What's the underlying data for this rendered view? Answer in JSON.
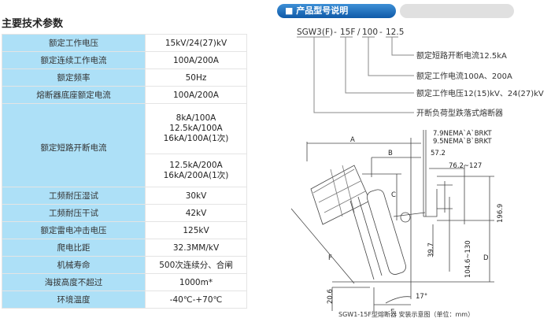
{
  "specs": {
    "title": "主要技术参数",
    "rows": [
      {
        "k": "额定工作电压",
        "v": "15kV/24(27)kV"
      },
      {
        "k": "额定连续工作电流",
        "v": "100A/200A"
      },
      {
        "k": "额定频率",
        "v": "50Hz"
      },
      {
        "k": "熔断器底座额定电流",
        "v": "100A/200A"
      },
      {
        "k": "额定短路开断电流",
        "v1": [
          "8kA/100A",
          "12.5kA/100A",
          "16kA/100A(1次)"
        ],
        "v2": [
          "12.5kA/200A",
          "16kA/200A(1次)"
        ]
      },
      {
        "k": "工频耐压湿试",
        "v": "30kV"
      },
      {
        "k": "工频耐压干试",
        "v": "42kV"
      },
      {
        "k": "额定雷电冲击电压",
        "v": "125kV"
      },
      {
        "k": "爬电比距",
        "v": "32.3MM/kV"
      },
      {
        "k": "机械寿命",
        "v": "500次连续分、合闸"
      },
      {
        "k": "海拔高度不超过",
        "v": "1000m*"
      },
      {
        "k": "环境温度",
        "v": "-40℃-+70℃"
      }
    ]
  },
  "model": {
    "banner": "■ 产品型号说明",
    "code": [
      "SGW3(F)",
      "15F",
      "100",
      "12.5"
    ],
    "sep": [
      "-",
      "/",
      "-"
    ],
    "desc": [
      "额定短路开断电流12.5kA",
      "额定工作电流100A、200A",
      "额定工作电压12(15)kV、24(27)kV",
      "开断负荷型跌落式熔断器"
    ]
  },
  "diagram": {
    "labels": {
      "A": "A",
      "B": "B",
      "C": "C",
      "D": "D",
      "E": "E",
      "F": "F",
      "brkt1": "7.9NEMA`A`BRKT",
      "brkt2": "9.5NEMA`B`BRKT",
      "d572": "57.2",
      "d762": "76.2~127",
      "d1969": "196.9",
      "d397": "39.7",
      "d1046": "104.6~130",
      "d206": "20.6",
      "angle": "17°"
    },
    "caption": "SGW1-15F型熔断器  安装示意图（单位：mm）"
  }
}
